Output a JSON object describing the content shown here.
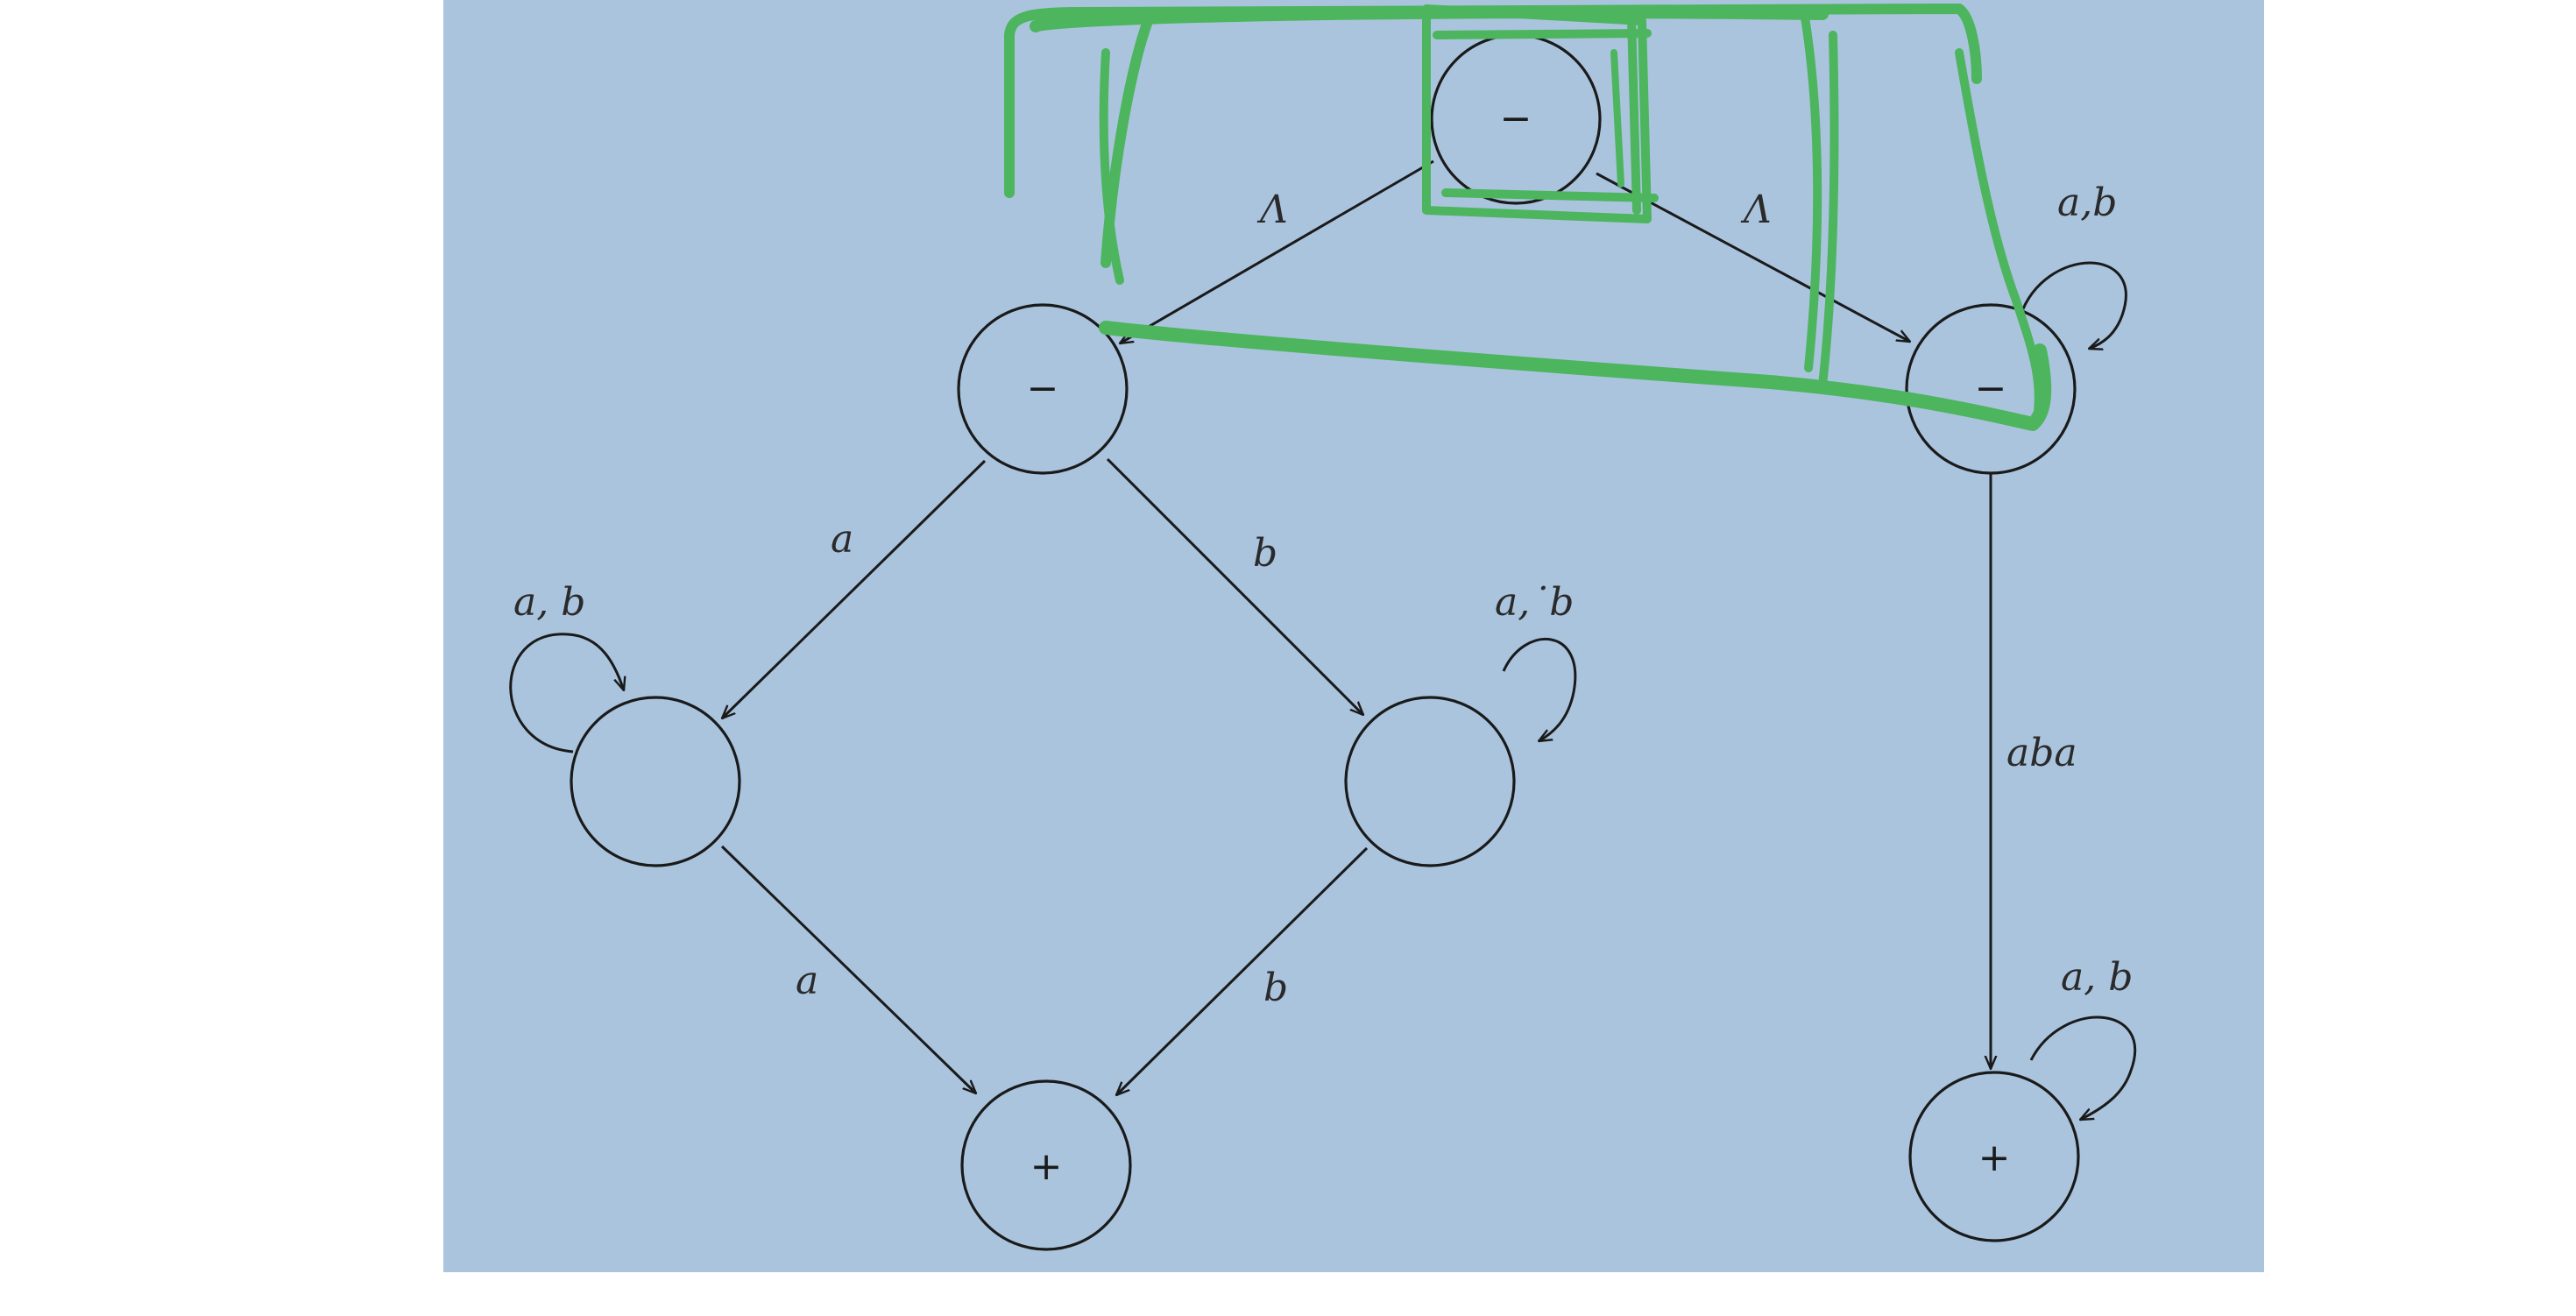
{
  "colors": {
    "panel_background": "#aac4de",
    "page_background": "#ffffff",
    "node_stroke": "#1a1a1a",
    "highlight_ink": "#4cb55e"
  },
  "states": {
    "top": "−",
    "middle_left": "−",
    "middle_right": "−",
    "left": "",
    "right": "",
    "bottom_left": "+",
    "bottom_right": "+"
  },
  "edge_labels": {
    "top_to_middle_left": "Λ",
    "top_to_middle_right": "Λ",
    "middle_left_to_left": "a",
    "middle_left_to_right": "b",
    "left_to_bottom_left": "a",
    "right_to_bottom_left": "b",
    "middle_right_to_bottom_right": "aba"
  },
  "loop_labels": {
    "left": "a, b",
    "right": "a,˙b",
    "middle_right": "a,b",
    "bottom_right": "a, b"
  },
  "annotation": {
    "type": "freehand highlight",
    "description_icon": "pen-highlight-icon"
  }
}
